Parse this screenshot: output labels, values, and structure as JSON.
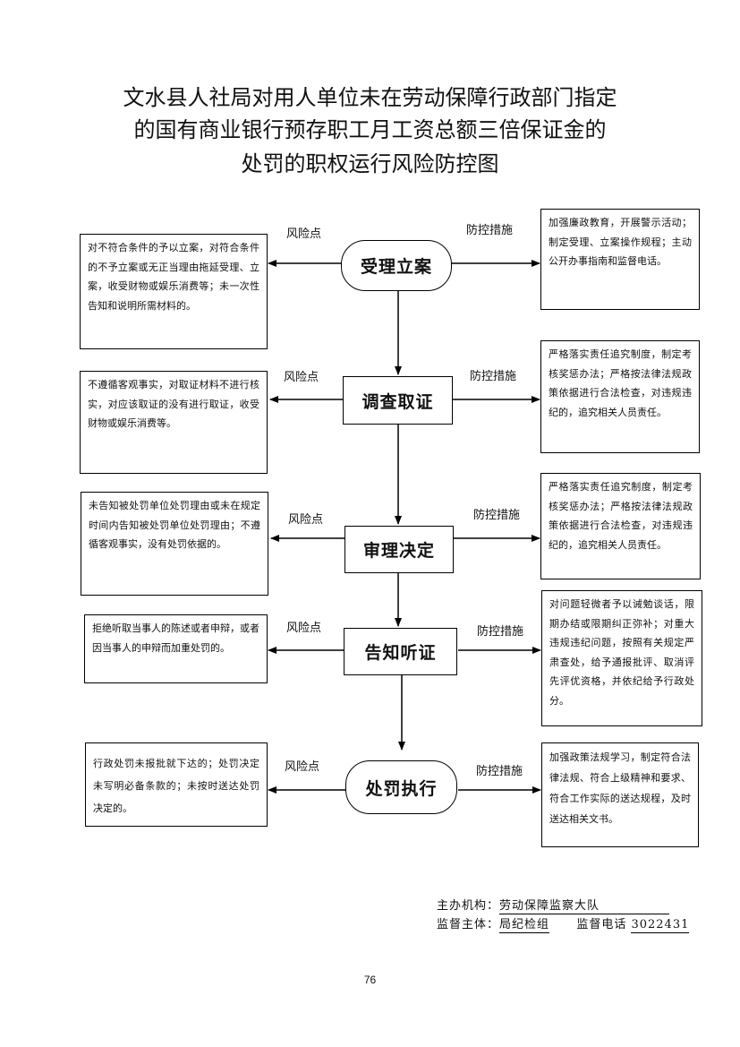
{
  "title": {
    "line1": "文水县人社局对用人单位未在劳动保障行政部门指定",
    "line2": "的国有商业银行预存职工月工资总额三倍保证金的",
    "line3": "处罚的职权运行风险防控图"
  },
  "labels": {
    "risk": "风险点",
    "control": "防控措施"
  },
  "steps": [
    {
      "name": "受理立案",
      "risk": "对不符合条件的予以立案，对符合条件的不予立案或无正当理由拖延受理、立案，收受财物或娱乐消费等；未一次性告知和说明所需材料的。",
      "control": "加强廉政教育，开展警示活动；制定受理、立案操作规程；主动公开办事指南和监督电话。"
    },
    {
      "name": "调查取证",
      "risk": "不遵循客观事实，对取证材料不进行核实，对应该取证的没有进行取证，收受财物或娱乐消费等。",
      "control": "严格落实责任追究制度，制定考核奖惩办法；严格按法律法规政策依据进行合法检查，对违规违纪的，追究相关人员责任。"
    },
    {
      "name": "审理决定",
      "risk": "未告知被处罚单位处罚理由或未在规定时间内告知被处罚单位处罚理由；不遵循客观事实，没有处罚依据的。",
      "control": "严格落实责任追究制度，制定考核奖惩办法；严格按法律法规政策依据进行合法检查，对违规违纪的，追究相关人员责任。"
    },
    {
      "name": "告知听证",
      "risk": "拒绝听取当事人的陈述或者申辩，或者因当事人的申辩而加重处罚的。",
      "control": "对问题轻微者予以诫勉谈话，限期办结或限期纠正弥补；对重大违规违纪问题，按照有关规定严肃查处，给予通报批评、取消评先评优资格，并依纪给予行政处分。"
    },
    {
      "name": "处罚执行",
      "risk": "行政处罚未报批就下达的；处罚决定未写明必备条款的；未按时送达处罚决定的。",
      "control": "加强政策法规学习，制定符合法律法规、符合上级精神和要求、符合工作实际的送达规程，及时送达相关文书。"
    }
  ],
  "footer": {
    "org_label": "主办机构：",
    "org_value": "劳动保障监察大队",
    "supervisor_label": "监督主体：",
    "supervisor_value": "局纪检组",
    "phone_label": "监督电话",
    "phone_value": "3022431"
  },
  "page_number": "76"
}
